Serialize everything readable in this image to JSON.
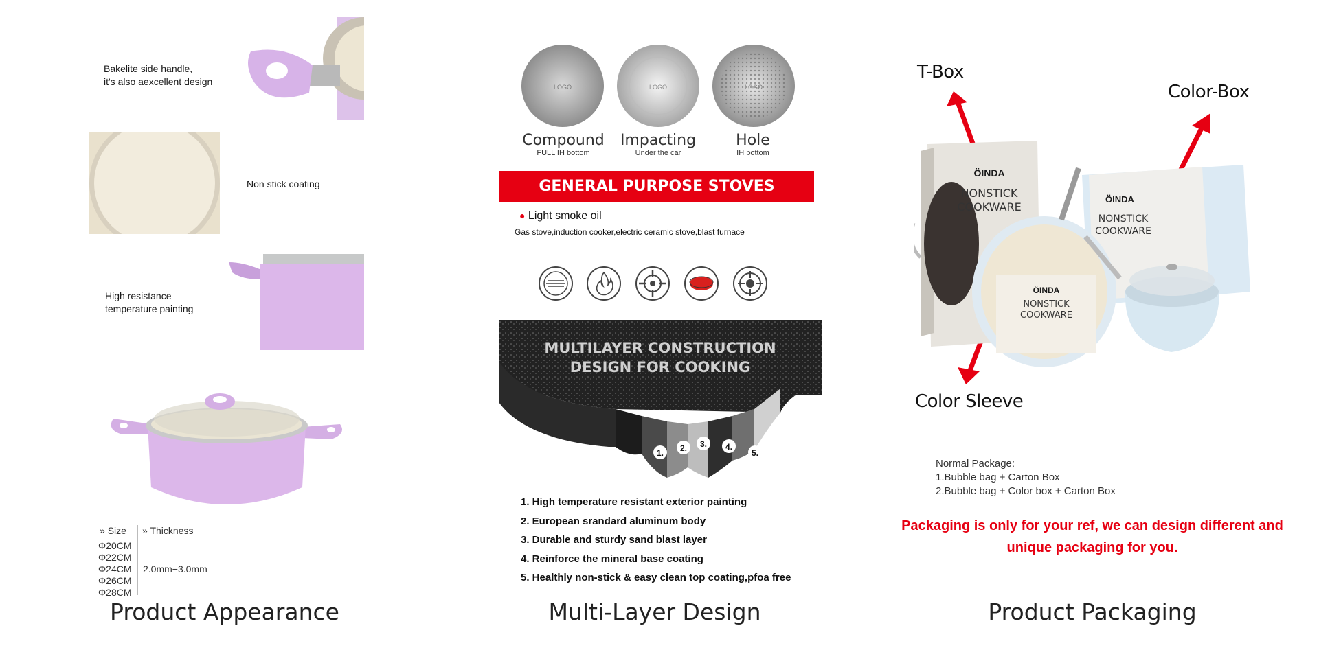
{
  "appearance": {
    "title": "Product Appearance",
    "features": [
      {
        "label": "Bakelite side handle,\nit's also aexcellent design"
      },
      {
        "label": "Non stick coating"
      },
      {
        "label": "High resistance\ntemperature painting"
      }
    ],
    "size_table": {
      "size_header": "Size",
      "thickness_header": "Thickness",
      "sizes": [
        "Φ20CM",
        "Φ22CM",
        "Φ24CM",
        "Φ26CM",
        "Φ28CM"
      ],
      "thickness": "2.0mm−3.0mm"
    },
    "colors": {
      "pot": "#d9b8e6",
      "coating": "#efe8d6"
    }
  },
  "multilayer": {
    "title": "Multi-Layer Design",
    "bottoms": [
      {
        "name": "Compound",
        "sub": "FULL IH bottom",
        "logo": "LOGO"
      },
      {
        "name": "Impacting",
        "sub": "Under the car",
        "logo": "LOGO"
      },
      {
        "name": "Hole",
        "sub": "IH bottom",
        "logo": "LOGO"
      }
    ],
    "banner": "GENERAL PURPOSE STOVES",
    "bullet": "Light smoke oil",
    "stove_types": "Gas stove,induction cooker,electric ceramic stove,blast furnace",
    "stove_icons": [
      "induction-coil-icon",
      "flame-icon",
      "gas-burner-icon",
      "ceramic-plate-icon",
      "halogen-hob-icon"
    ],
    "construction_title_1": "MULTILAYER CONSTRUCTION",
    "construction_title_2": "DESIGN FOR COOKING",
    "layer_numbers": [
      "1.",
      "2.",
      "3.",
      "4.",
      "5."
    ],
    "layers": [
      "1. High temperature resistant exterior painting",
      "2. European srandard aluminum body",
      "3. Durable and sturdy sand blast layer",
      "4. Reinforce the mineral base coating",
      "5. Healthly non-stick & easy clean top coating,pfoa free"
    ],
    "colors": {
      "banner": "#e60012"
    }
  },
  "packaging": {
    "title": "Product Packaging",
    "labels": {
      "tbox": "T-Box",
      "colorbox": "Color-Box",
      "sleeve": "Color Sleeve"
    },
    "brand": "ÖINDA",
    "box_text_1": "NONSTICK",
    "box_text_2": "COOKWARE",
    "note_title": "Normal Package:",
    "note_lines": [
      "1.Bubble bag + Carton Box",
      "2.Bubble bag + Color box + Carton Box"
    ],
    "red_note": "Packaging is only for your ref, we can design different and unique packaging for you.",
    "colors": {
      "arrow": "#e60012",
      "box": "#f1ede6",
      "box_blue": "#cfe4f2"
    }
  }
}
